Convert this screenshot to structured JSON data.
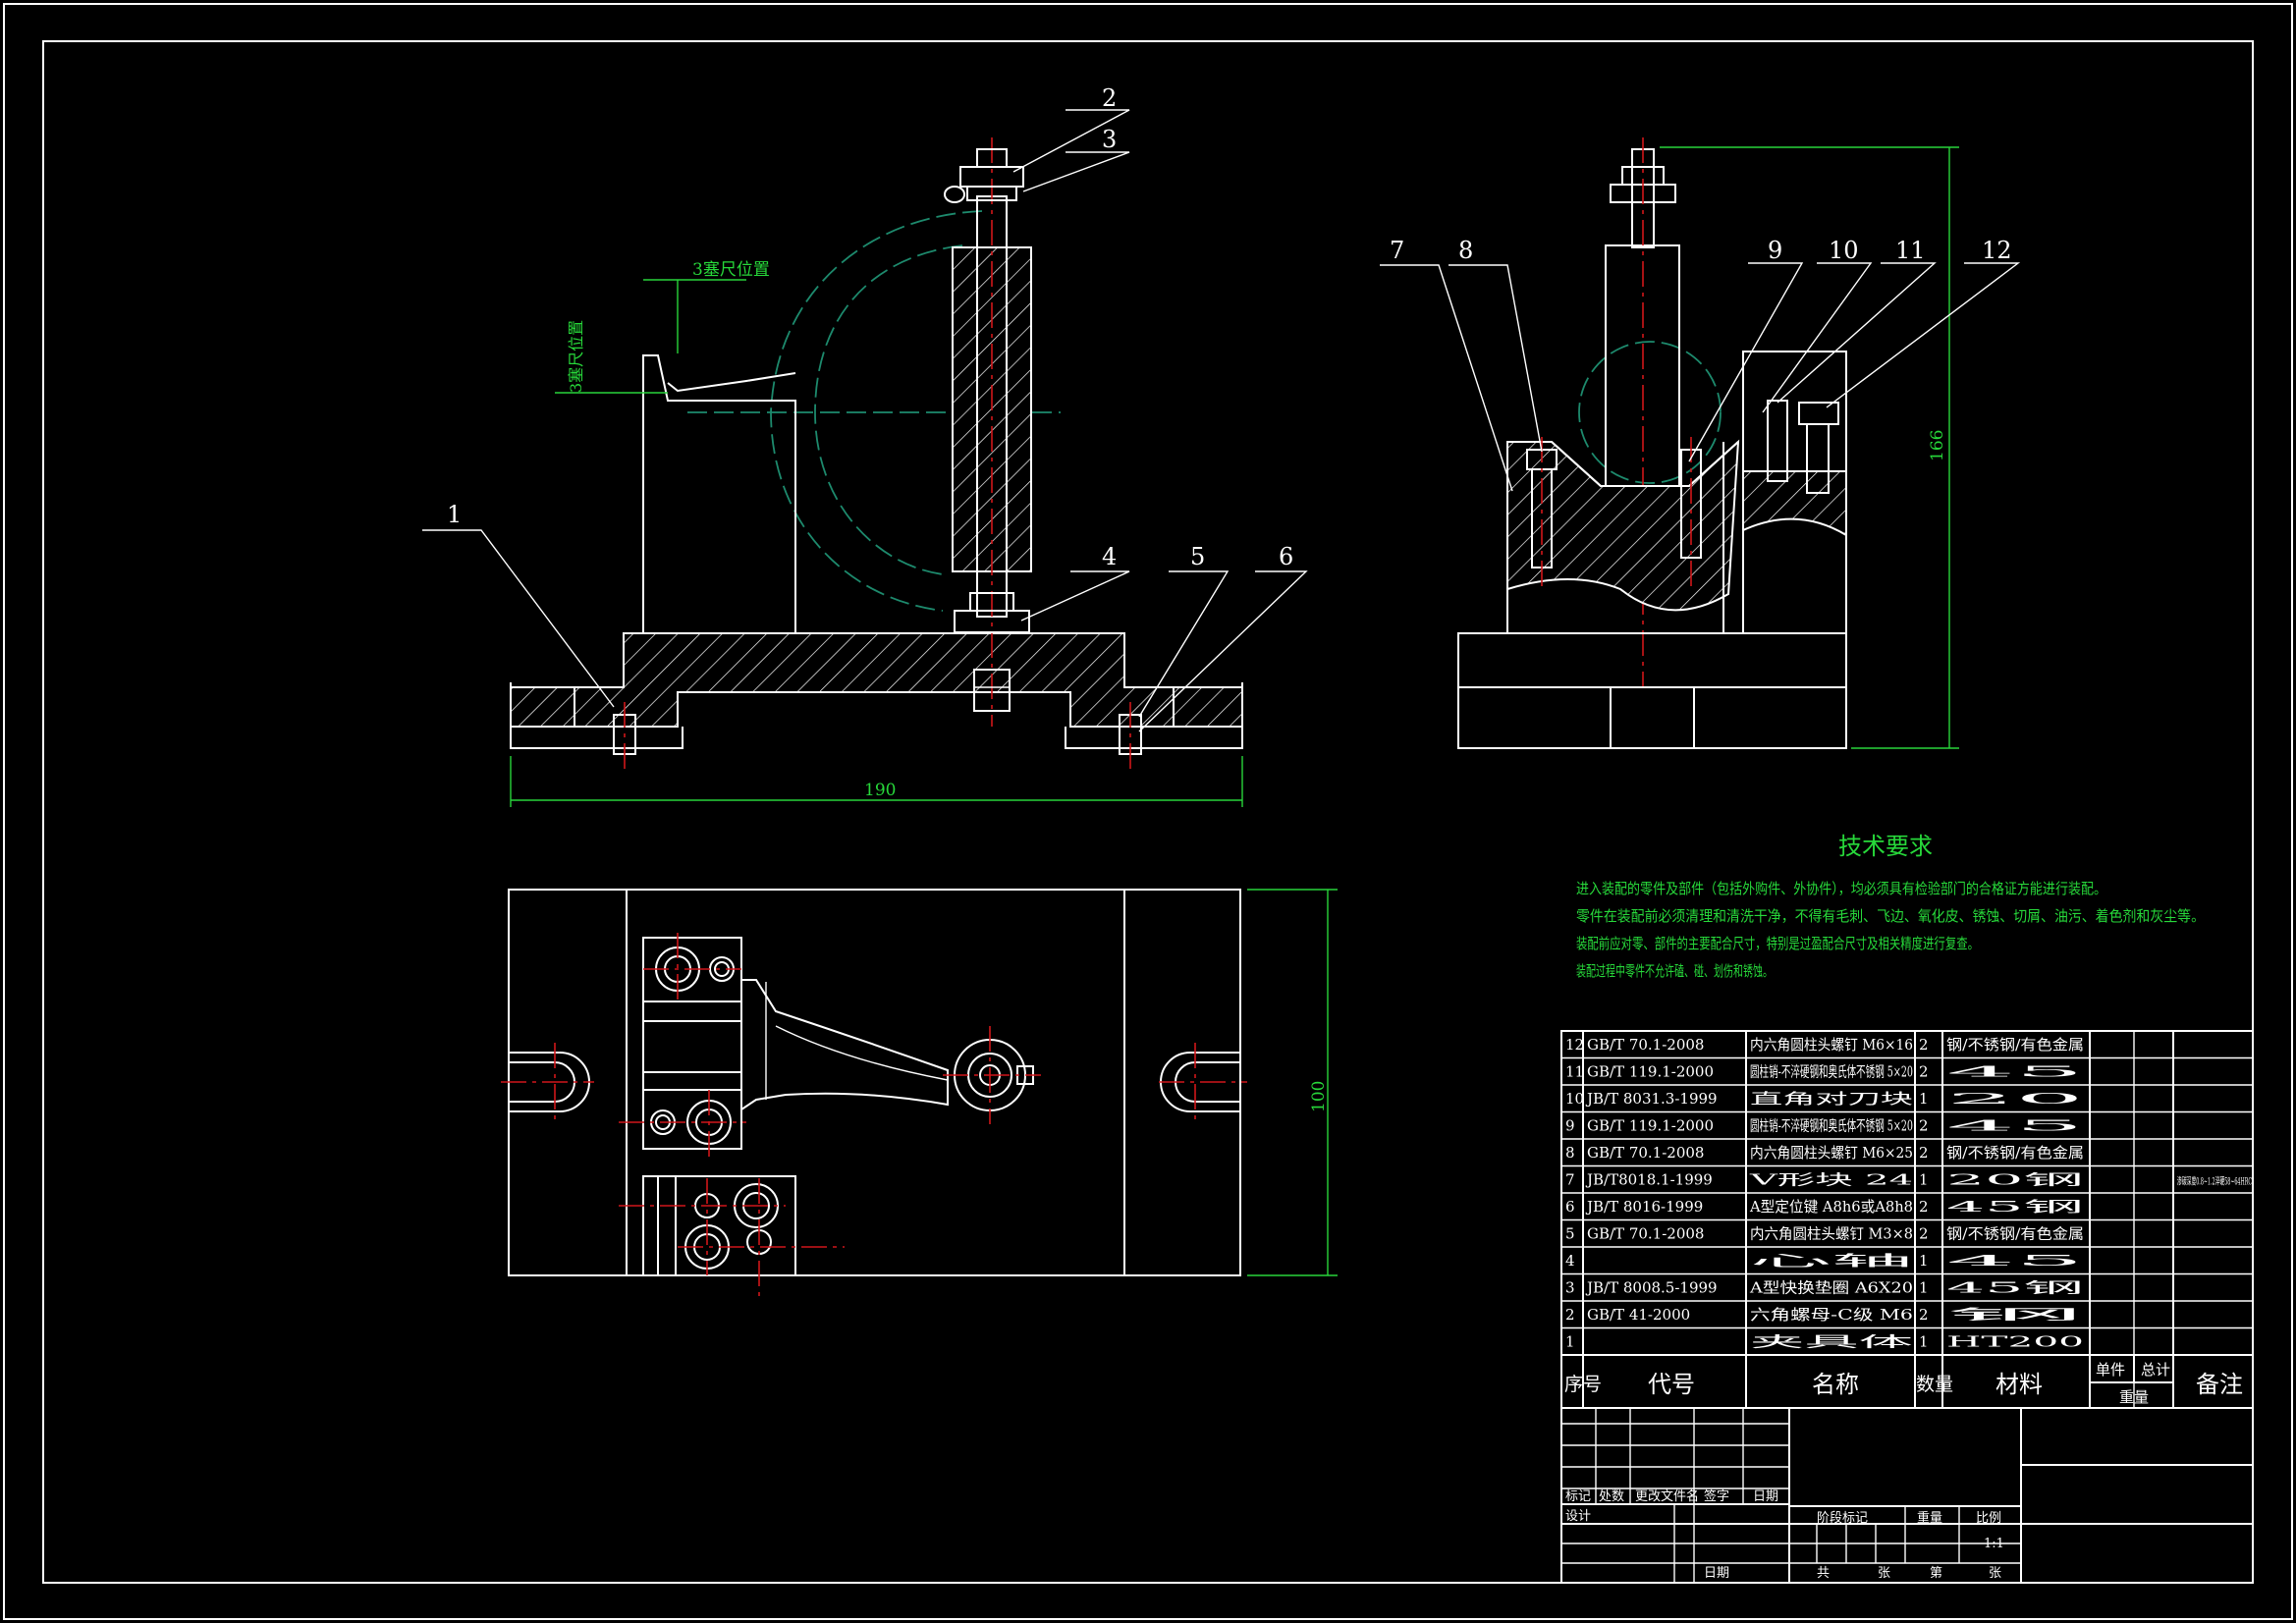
{
  "part_labels": [
    "1",
    "2",
    "3",
    "4",
    "5",
    "6",
    "7",
    "8",
    "9",
    "10",
    "11",
    "12"
  ],
  "dimensions": {
    "width_front": "190",
    "depth_top": "100",
    "height_side": "166",
    "note_a": "3塞尺位置",
    "note_b": "3塞尺位置"
  },
  "tech": {
    "title": "技术要求",
    "lines": [
      "进入装配的零件及部件（包括外购件、外协件），均必须具有检验部门的合格证方能进行装配。",
      "零件在装配前必须清理和清洗干净，不得有毛刺、飞边、氧化皮、锈蚀、切屑、油污、着色剂和灰尘等。",
      "装配前应对零、部件的主要配合尺寸，特别是过盈配合尺寸及相关精度进行复查。",
      "装配过程中零件不允许磕、碰、划伤和锈蚀。"
    ]
  },
  "bom": {
    "rows": [
      {
        "no": "12",
        "code": "GB/T 70.1-2008",
        "name": "内六角圆柱头螺钉 M6×16",
        "qty": "2",
        "material": "钢/不锈钢/有色金属",
        "note": ""
      },
      {
        "no": "11",
        "code": "GB/T 119.1-2000",
        "name": "圆柱销-不淬硬钢和奥氏体不锈钢 5×20",
        "qty": "2",
        "material": "45",
        "note": ""
      },
      {
        "no": "10",
        "code": "JB/T 8031.3-1999",
        "name": "直角对刀块",
        "qty": "1",
        "material": "20",
        "note": ""
      },
      {
        "no": "9",
        "code": "GB/T 119.1-2000",
        "name": "圆柱销-不淬硬钢和奥氏体不锈钢 5×20",
        "qty": "2",
        "material": "45",
        "note": ""
      },
      {
        "no": "8",
        "code": "GB/T 70.1-2008",
        "name": "内六角圆柱头螺钉 M6×25",
        "qty": "2",
        "material": "钢/不锈钢/有色金属",
        "note": ""
      },
      {
        "no": "7",
        "code": "JB/T8018.1-1999",
        "name": "V形块 24",
        "qty": "1",
        "material": "20钢",
        "note": "渗碳深度0.8~1.2淬硬58~64HRC"
      },
      {
        "no": "6",
        "code": "JB/T 8016-1999",
        "name": "A型定位键 A8h6或A8h8",
        "qty": "2",
        "material": "45钢",
        "note": ""
      },
      {
        "no": "5",
        "code": "GB/T 70.1-2008",
        "name": "内六角圆柱头螺钉 M3×8",
        "qty": "2",
        "material": "钢/不锈钢/有色金属",
        "note": ""
      },
      {
        "no": "4",
        "code": "",
        "name": "心轴",
        "qty": "1",
        "material": "45",
        "note": ""
      },
      {
        "no": "3",
        "code": "JB/T 8008.5-1999",
        "name": "A型快换垫圈 A6X20",
        "qty": "1",
        "material": "45钢",
        "note": ""
      },
      {
        "no": "2",
        "code": "GB/T 41-2000",
        "name": "六角螺母-C级 M6",
        "qty": "2",
        "material": "钢",
        "note": ""
      },
      {
        "no": "1",
        "code": "",
        "name": "夹具体",
        "qty": "1",
        "material": "HT200",
        "note": ""
      }
    ],
    "headers": {
      "no": "序号",
      "code": "代号",
      "name": "名称",
      "qty": "数量",
      "material": "材料",
      "unit": "单件",
      "total": "总计",
      "weight": "重量",
      "note": "备注"
    }
  },
  "title_block": {
    "mark": "标记",
    "count": "处数",
    "doc": "更改文件名",
    "sign": "签字",
    "date": "日期",
    "design": "设计",
    "stage": "阶段标记",
    "weight": "重量",
    "ratio": "比例",
    "scale": "1:1",
    "total": "共",
    "sheet_word": "张",
    "page": "第",
    "sheet_word2": "张",
    "date2": "日期"
  },
  "colors": {
    "background": "#000000",
    "outline": "#ffffff",
    "center": "#d0161a",
    "phantom": "#1d8a6d",
    "dimension": "#28d43a"
  }
}
